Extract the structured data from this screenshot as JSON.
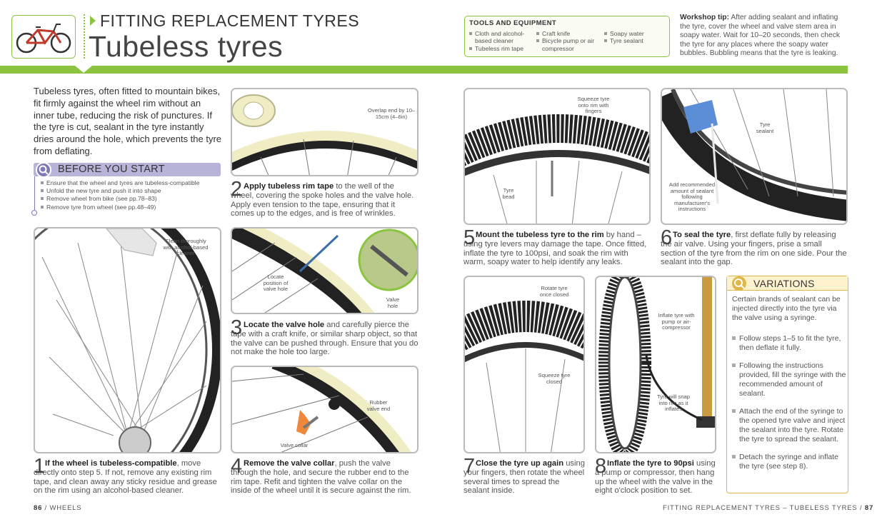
{
  "header": {
    "chapter_title": "FITTING REPLACEMENT TYRES",
    "main_title": "Tubeless tyres"
  },
  "tools": {
    "title": "TOOLS AND EQUIPMENT",
    "items": [
      "Cloth and alcohol-based cleaner",
      "Tubeless rim tape",
      "Craft knife",
      "Bicycle pump or air compressor",
      "Soapy water",
      "Tyre sealant"
    ]
  },
  "workshop_tip": {
    "label": "Workshop tip:",
    "text": "After adding sealant and inflating the tyre, cover the wheel and valve stem area in soapy water. Wait for 10–20 seconds, then check the tyre for any places where the soapy water bubbles. Bubbling means that the tyre is leaking."
  },
  "intro": "Tubeless tyres, often fitted to mountain bikes, fit firmly against the wheel rim without an inner tube, reducing the risk of punctures. If the tyre is cut, sealant in the tyre instantly dries around the hole, which prevents the tyre from deflating.",
  "before_you_start": {
    "title": "BEFORE YOU START",
    "items": [
      "Ensure that the wheel and tyres are tubeless-compatible",
      "Unfold the new tyre and push it into shape",
      "Remove wheel from bike (see pp.78–83)",
      "Remove tyre from wheel (see pp.48–49)"
    ]
  },
  "callouts": {
    "c1": "Clean thoroughly with alcohol-based cleaner",
    "c2": "Overlap end by 10–15cm (4–6in)",
    "c3a": "Locate position of valve hole",
    "c3b": "Valve hole",
    "c4a": "Rubber valve end",
    "c4b": "Valve collar",
    "c5a": "Squeeze tyre onto rim with fingers",
    "c5b": "Tyre bead",
    "c6a": "Tyre sealant",
    "c6b": "Add recommended amount of sealant following manufacturer's instructions",
    "c7a": "Rotate tyre once closed",
    "c7b": "Squeeze tyre closed",
    "c8a": "Inflate tyre with pump or air-compressor",
    "c8b": "Tyre will snap into rim as it inflates"
  },
  "steps": [
    {
      "num": "1",
      "bold": "If the wheel is tubeless-compatible",
      "text": ", move directly onto step 5. If not, remove any existing rim tape, and clean away any sticky residue and grease on the rim using an alcohol-based cleaner."
    },
    {
      "num": "2",
      "bold": "Apply tubeless rim tape",
      "text": " to the well of the wheel, covering the spoke holes and the valve hole. Apply even tension to the tape, ensuring that it comes up to the edges, and is free of wrinkles."
    },
    {
      "num": "3",
      "bold": "Locate the valve hole",
      "text": " and carefully pierce the tape with a craft knife, or similar sharp object, so that the valve can be pushed through. Ensure that you do not make the hole too large."
    },
    {
      "num": "4",
      "bold": "Remove the valve collar",
      "text": ", push the valve through the hole, and secure the rubber end to the rim tape. Refit and tighten the valve collar on the inside of the wheel until it is secure against the rim."
    },
    {
      "num": "5",
      "bold": "Mount the tubeless tyre to the rim",
      "text": " by hand – using tyre levers may damage the tape. Once fitted, inflate the tyre to 100psi, and soak the rim with warm, soapy water to help identify any leaks."
    },
    {
      "num": "6",
      "bold": "To seal the tyre",
      "text": ", first deflate fully by releasing the air valve. Using your fingers, prise a small section of the tyre from the rim on one side. Pour the sealant into the gap."
    },
    {
      "num": "7",
      "bold": "Close the tyre up again",
      "text": " using your fingers, then rotate the wheel several times to spread the sealant inside."
    },
    {
      "num": "8",
      "bold": "Inflate the tyre to 90psi",
      "text": " using a pump or compressor, then hang up the wheel with the valve in the eight o'clock position to set."
    }
  ],
  "variations": {
    "title": "VARIATIONS",
    "intro": "Certain brands of sealant can be injected directly into the tyre via the valve using a syringe.",
    "items": [
      "Follow steps 1–5 to fit the tyre, then deflate it fully.",
      "Following the instructions provided, fill the syringe with the recommended amount of sealant.",
      "Attach the end of the syringe to the opened tyre valve and inject the sealant into the tyre. Rotate the tyre to spread the sealant.",
      "Detach the syringe and inflate the tyre (see step 8)."
    ]
  },
  "footer": {
    "left_page": "86",
    "left_section": "WHEELS",
    "right_text": "FITTING REPLACEMENT TYRES – TUBELESS TYRES",
    "right_page": "87"
  },
  "colors": {
    "accent_green": "#8bc53f",
    "before_purple": "#b8b3d9",
    "variations_gold": "#e0b648",
    "rim_tape": "#f0edc4"
  },
  "icons": [
    "bike-icon",
    "arrow-icon",
    "magnifier-icon"
  ]
}
